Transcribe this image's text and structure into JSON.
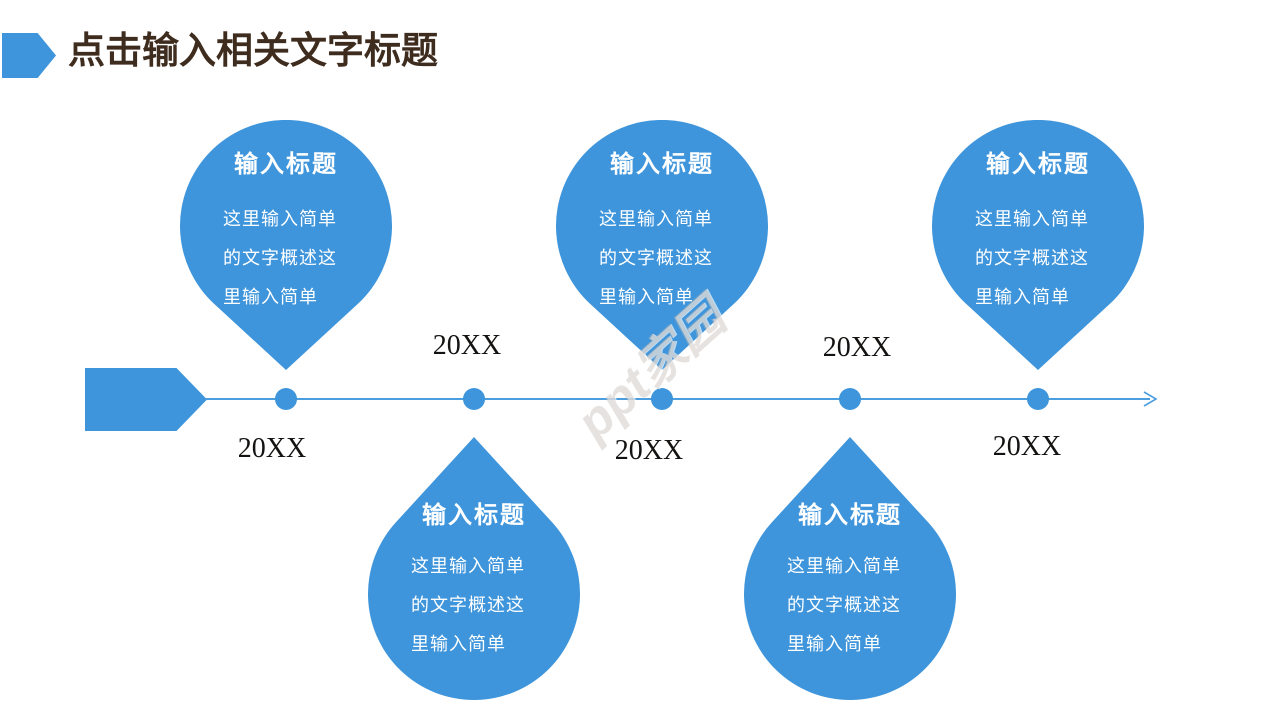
{
  "header": {
    "title": "点击输入相关文字标题"
  },
  "colors": {
    "accent": "#3E95DB",
    "line": "#4D9EDE",
    "title_text": "#3E2C1E"
  },
  "watermark": {
    "text": "ppt家园"
  },
  "timeline": {
    "items": [
      {
        "year": "20XX",
        "balloon_position": "above",
        "title": "输入标题",
        "body_lines": [
          "这里输入简单",
          "的文字概述这",
          "里输入简单"
        ]
      },
      {
        "year": "20XX",
        "balloon_position": "below",
        "title": "输入标题",
        "body_lines": [
          "这里输入简单",
          "的文字概述这",
          "里输入简单"
        ]
      },
      {
        "year": "20XX",
        "balloon_position": "above",
        "title": "输入标题",
        "body_lines": [
          "这里输入简单",
          "的文字概述这",
          "里输入简单"
        ]
      },
      {
        "year": "20XX",
        "balloon_position": "below",
        "title": "输入标题",
        "body_lines": [
          "这里输入简单",
          "的文字概述这",
          "里输入简单"
        ]
      },
      {
        "year": "20XX",
        "balloon_position": "above",
        "title": "输入标题",
        "body_lines": [
          "这里输入简单",
          "的文字概述这",
          "里输入简单"
        ]
      }
    ]
  }
}
